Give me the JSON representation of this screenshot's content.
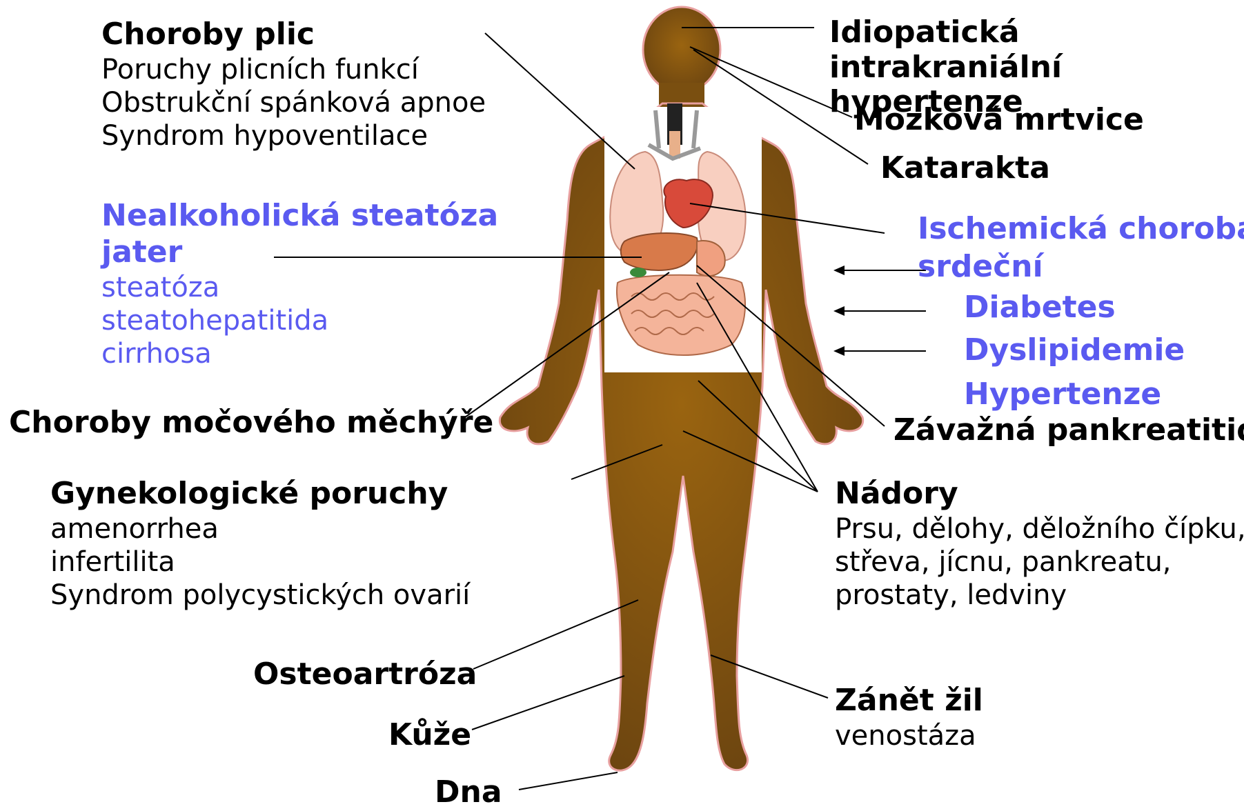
{
  "colors": {
    "text": "#000000",
    "accent_blue": "#5a5af0",
    "body_fill": "#7a4f10",
    "body_outline": "#e8a0a0",
    "organ_panel": "#ffffff"
  },
  "labels": {
    "lung": {
      "title": "Choroby plic",
      "items": [
        "Poruchy plicních funkcí",
        "Obstrukční spánková apnoe",
        "Syndrom hypoventilace"
      ]
    },
    "liver": {
      "title_line1": "Nealkoholická steatóza",
      "title_line2": "jater",
      "items": [
        "steatóza",
        "steatohepatitida",
        "cirrhosa"
      ]
    },
    "bladder": {
      "title": "Choroby močového měchýře"
    },
    "gyn": {
      "title": "Gynekologické poruchy",
      "items": [
        "amenorrhea",
        "infertilita",
        "Syndrom polycystických ovarií"
      ]
    },
    "osteo": {
      "title": "Osteoartróza"
    },
    "skin": {
      "title": "Kůže"
    },
    "gout": {
      "title": "Dna"
    },
    "iih": {
      "lines": [
        "Idiopatická",
        "intrakraniální",
        "hypertenze"
      ]
    },
    "stroke": {
      "title": "Mozková mrtvice"
    },
    "cataract": {
      "title": "Katarakta"
    },
    "ihd": {
      "line1": "Ischemická choroba",
      "line2": "srdeční"
    },
    "diabetes": {
      "title": "Diabetes"
    },
    "dyslipidemia": {
      "title": "Dyslipidemie"
    },
    "hypertension": {
      "title": "Hypertenze"
    },
    "pancreatitis": {
      "title": "Závažná pankreatitida"
    },
    "tumors": {
      "title": "Nádory",
      "items": [
        "Prsu, dělohy, děložního čípku,",
        "střeva, jícnu, pankreatu,",
        "prostaty, ledviny"
      ]
    },
    "phlebitis": {
      "title": "Zánět žil",
      "items": [
        "venostáza"
      ]
    }
  },
  "illustration": {
    "subject": "human-body-silhouette-with-organs"
  }
}
